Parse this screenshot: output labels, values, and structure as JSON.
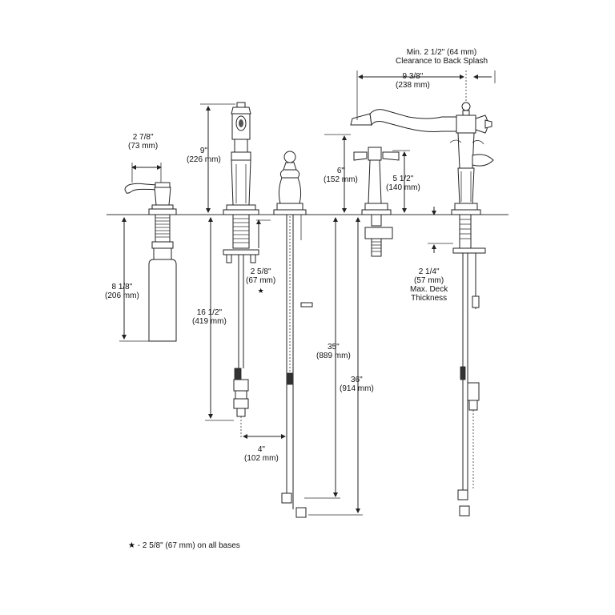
{
  "dimensions": {
    "backsplash": {
      "line1": "Min. 2 1/2\" (64 mm)",
      "line2": "Clearance to Back Splash"
    },
    "spout_reach": {
      "imperial": "9 3/8\"",
      "metric": "(238 mm)"
    },
    "soap_width": {
      "imperial": "2 7/8\"",
      "metric": "(73 mm)"
    },
    "pulldown_height": {
      "imperial": "9\"",
      "metric": "(226 mm)"
    },
    "spout_height": {
      "imperial": "6\"",
      "metric": "(152 mm)"
    },
    "spray_height": {
      "imperial": "5 1/2\"",
      "metric": "(140 mm)"
    },
    "soap_depth": {
      "imperial": "8 1/8\"",
      "metric": "(206 mm)"
    },
    "base_dia": {
      "imperial": "2 5/8\"",
      "metric": "(67 mm)",
      "mark": "★"
    },
    "hose_length": {
      "imperial": "16 1/2\"",
      "metric": "(419 mm)"
    },
    "deck_thickness": {
      "imperial": "2 1/4\"",
      "metric": "(57 mm)",
      "line3": "Max. Deck",
      "line4": "Thickness"
    },
    "supply_35": {
      "imperial": "35\"",
      "metric": "(889 mm)"
    },
    "supply_36": {
      "imperial": "36\"",
      "metric": "(914 mm)"
    },
    "offset_4": {
      "imperial": "4\"",
      "metric": "(102 mm)"
    }
  },
  "footnote": {
    "mark": "★",
    "text": "- 2 5/8\" (67 mm) on all bases"
  }
}
